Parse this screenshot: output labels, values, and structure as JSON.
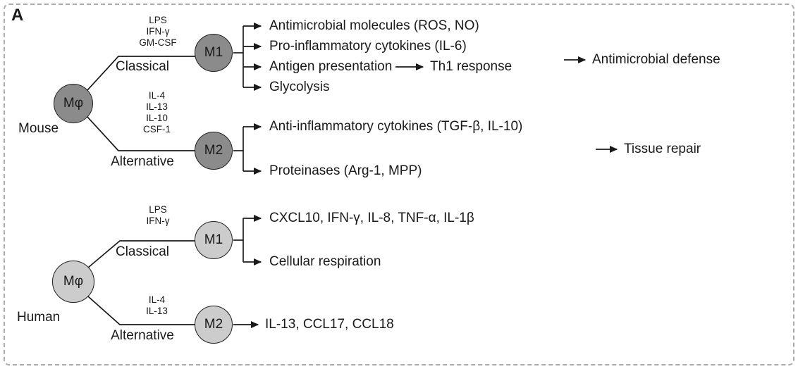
{
  "figure": {
    "panel_label": "A",
    "colors": {
      "mouse_circle": "#8b8b8b",
      "human_circle": "#cccccc",
      "line": "#1a1a1a",
      "frame_dash": "#ababab"
    },
    "mouse": {
      "group_label": "Mouse",
      "progenitor_label": "Mφ",
      "classical": {
        "stimuli": [
          "LPS",
          "IFN-γ",
          "GM-CSF"
        ],
        "pathway_label": "Classical",
        "cell_label": "M1",
        "outputs": [
          "Antimicrobial molecules (ROS, NO)",
          "Pro-inflammatory cytokines (IL-6)",
          "Antigen presentation",
          "Glycolysis"
        ],
        "antigen_leads_to": "Th1 response",
        "outcome": "Antimicrobial defense"
      },
      "alternative": {
        "stimuli": [
          "IL-4",
          "IL-13",
          "IL-10",
          "CSF-1"
        ],
        "pathway_label": "Alternative",
        "cell_label": "M2",
        "outputs": [
          "Anti-inflammatory cytokines (TGF-β, IL-10)",
          "Proteinases (Arg-1, MPP)"
        ],
        "outcome": "Tissue repair"
      }
    },
    "human": {
      "group_label": "Human",
      "progenitor_label": "Mφ",
      "classical": {
        "stimuli": [
          "LPS",
          "IFN-γ"
        ],
        "pathway_label": "Classical",
        "cell_label": "M1",
        "outputs": [
          "CXCL10, IFN-γ, IL-8, TNF-α, IL-1β",
          "Cellular respiration"
        ]
      },
      "alternative": {
        "stimuli": [
          "IL-4",
          "IL-13"
        ],
        "pathway_label": "Alternative",
        "cell_label": "M2",
        "outputs": [
          "IL-13, CCL17, CCL18"
        ]
      }
    }
  }
}
